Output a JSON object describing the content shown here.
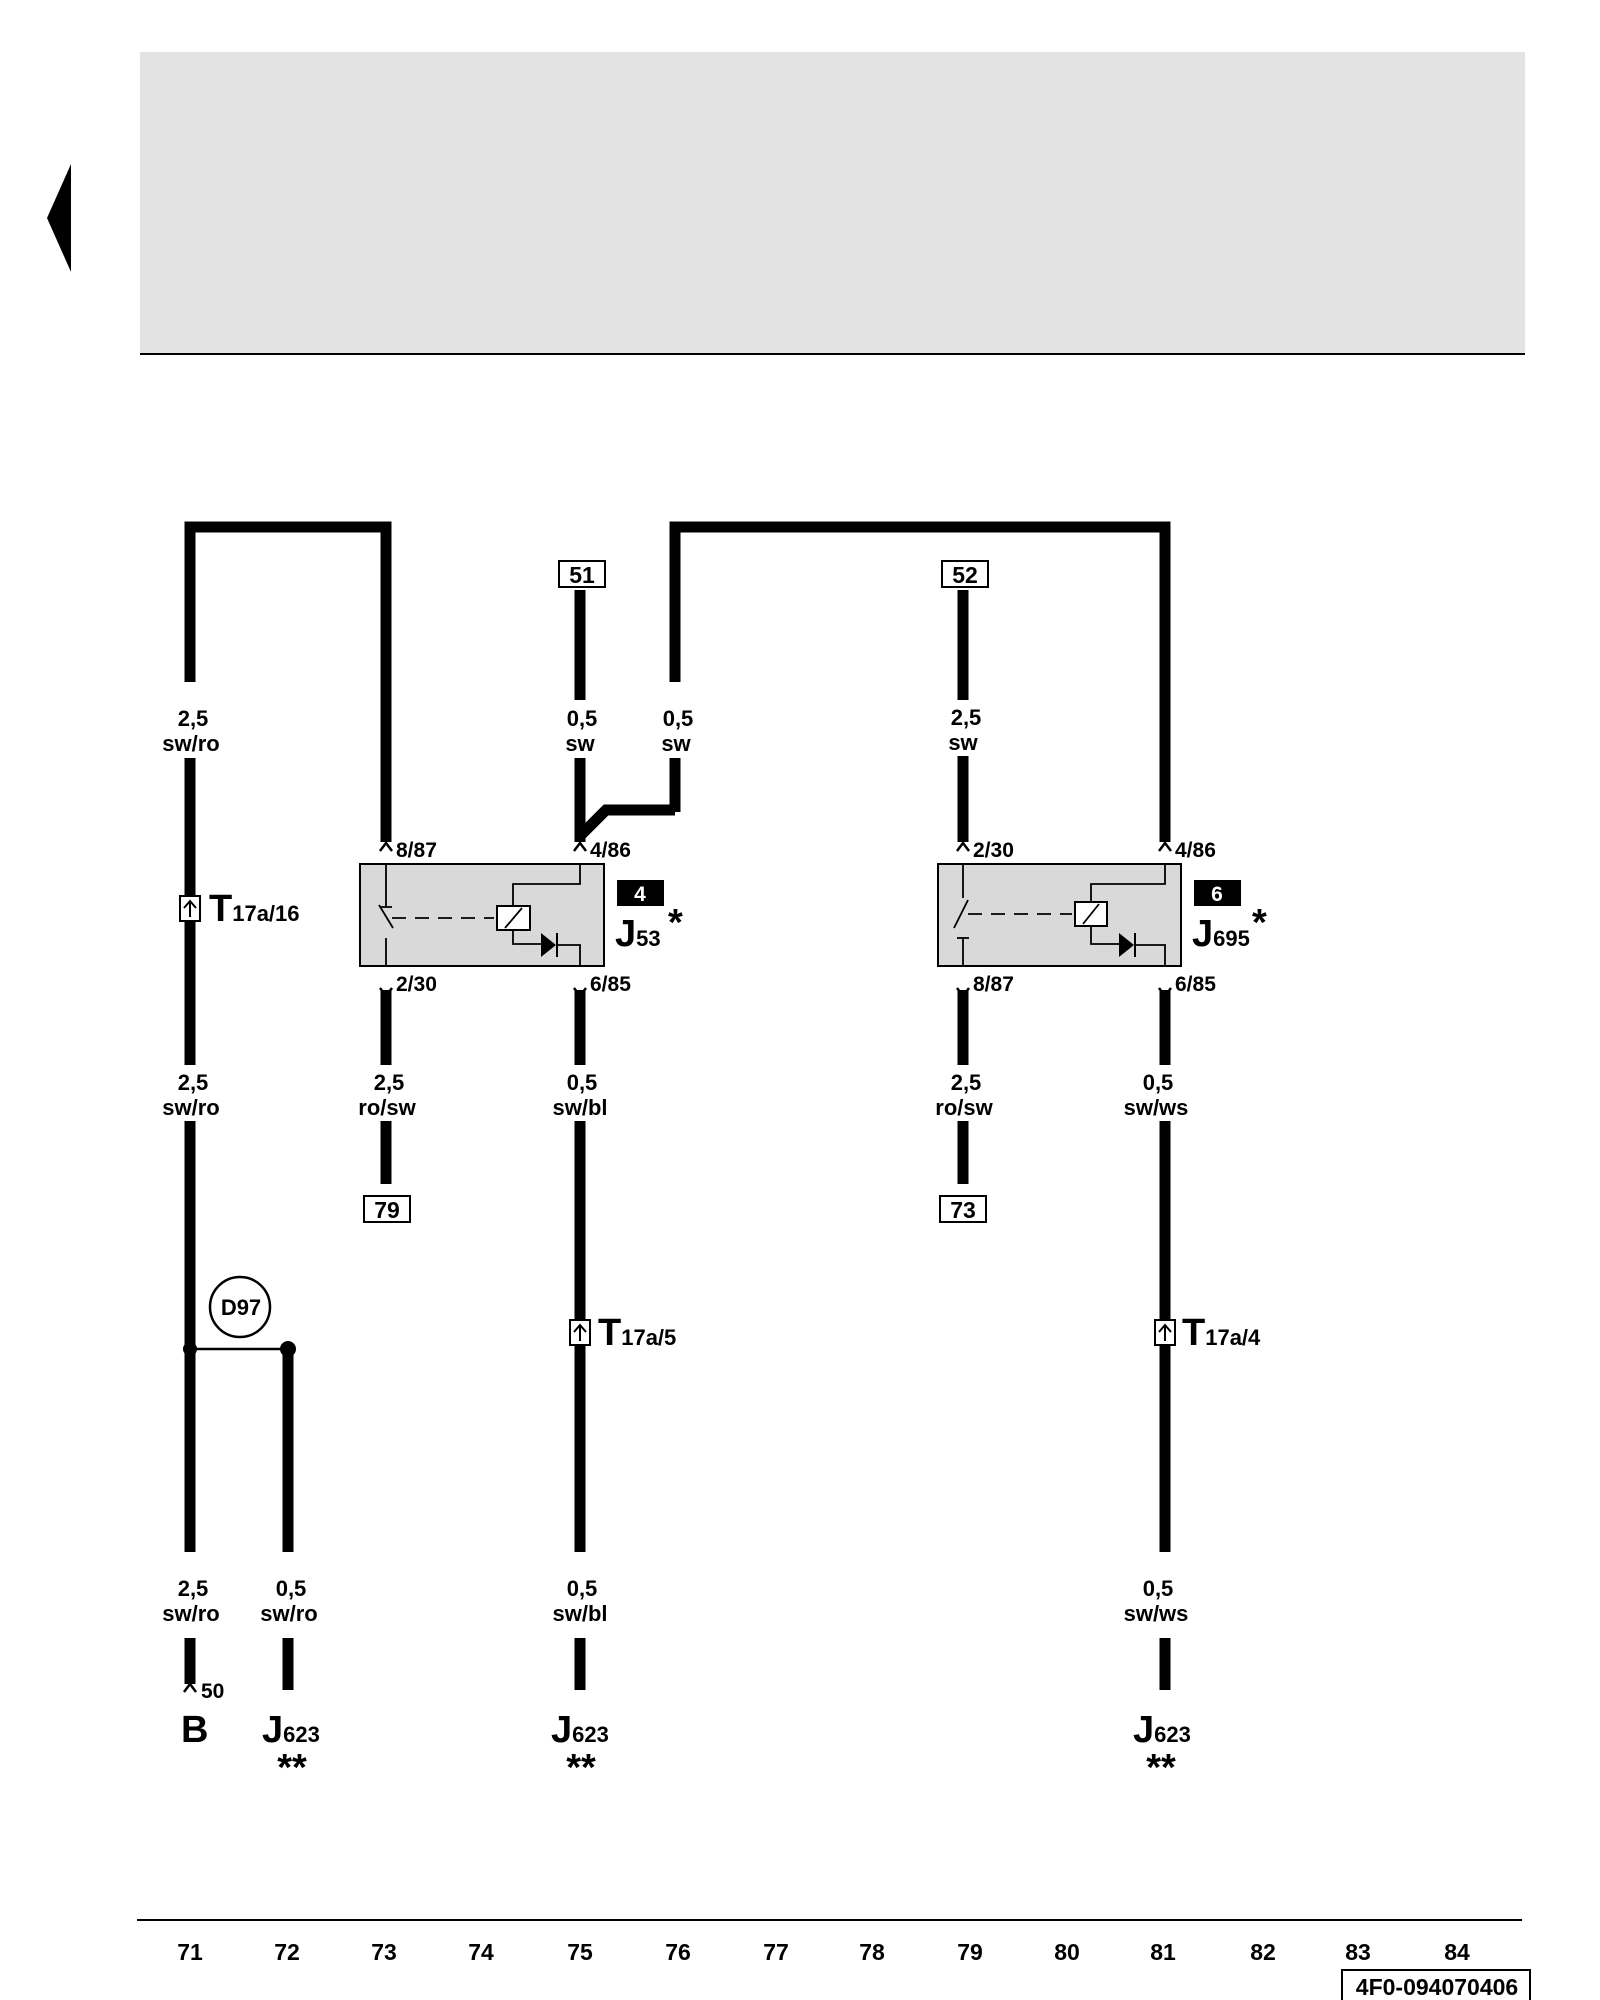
{
  "header": {
    "nav_arrow": "left-triangle"
  },
  "wires": {
    "w71_top": {
      "size": "2,5",
      "color": "sw/ro"
    },
    "w71_mid": {
      "size": "2,5",
      "color": "sw/ro"
    },
    "w71_bot": {
      "size": "2,5",
      "color": "sw/ro"
    },
    "w72_bot": {
      "size": "0,5",
      "color": "sw/ro"
    },
    "w73_mid": {
      "size": "2,5",
      "color": "ro/sw"
    },
    "w75_top": {
      "size": "0,5",
      "color": "sw"
    },
    "w76_top": {
      "size": "0,5",
      "color": "sw"
    },
    "w75_mid": {
      "size": "0,5",
      "color": "sw/bl"
    },
    "w75_bot": {
      "size": "0,5",
      "color": "sw/bl"
    },
    "w79_top": {
      "size": "2,5",
      "color": "sw"
    },
    "w79_mid": {
      "size": "2,5",
      "color": "ro/sw"
    },
    "w81_mid": {
      "size": "0,5",
      "color": "sw/ws"
    },
    "w81_bot": {
      "size": "0,5",
      "color": "sw/ws"
    }
  },
  "refs": {
    "r51": "51",
    "r52": "52",
    "r79": "79",
    "r73": "73"
  },
  "relays": {
    "j53": {
      "number": "4",
      "name": "J",
      "sub": "53",
      "star": "*",
      "pin_tl": "8/87",
      "pin_tr": "4/86",
      "pin_bl": "2/30",
      "pin_br": "6/85"
    },
    "j695": {
      "number": "6",
      "name": "J",
      "sub": "695",
      "star": "*",
      "pin_tl": "2/30",
      "pin_tr": "4/86",
      "pin_bl": "8/87",
      "pin_br": "6/85"
    }
  },
  "connectors": {
    "t16": {
      "name": "T",
      "sub": "17a/16"
    },
    "t5": {
      "name": "T",
      "sub": "17a/5"
    },
    "t4": {
      "name": "T",
      "sub": "17a/4"
    }
  },
  "splice": {
    "label": "D97"
  },
  "terminals": {
    "b": {
      "pin": "50",
      "name": "B"
    },
    "j623_72": {
      "name": "J",
      "sub": "623",
      "note": "**"
    },
    "j623_75": {
      "name": "J",
      "sub": "623",
      "note": "**"
    },
    "j623_81": {
      "name": "J",
      "sub": "623",
      "note": "**"
    }
  },
  "columns": [
    "71",
    "72",
    "73",
    "74",
    "75",
    "76",
    "77",
    "78",
    "79",
    "80",
    "81",
    "82",
    "83",
    "84"
  ],
  "footer": {
    "code": "4F0-094070406"
  }
}
